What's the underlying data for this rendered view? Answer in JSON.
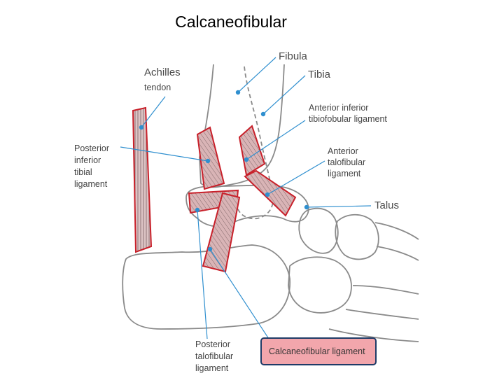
{
  "title": "Calcaneofibular",
  "labels": {
    "fibula": "Fibula",
    "tibia": "Tibia",
    "achilles_l1": "Achilles",
    "achilles_l2": "tendon",
    "aitfl_l1": "Anterior inferior",
    "aitfl_l2": "tibiofobular ligament",
    "pitl_l1": "Posterior",
    "pitl_l2": "inferior",
    "pitl_l3": "tibial",
    "pitl_l4": "ligament",
    "atfl_l1": "Anterior",
    "atfl_l2": "talofibular",
    "atfl_l3": "ligament",
    "talus": "Talus",
    "ptfl_l1": "Posterior",
    "ptfl_l2": "talofibular",
    "ptfl_l3": "ligament",
    "cfl": "Calcaneofibular ligament"
  },
  "colors": {
    "ligament_fill": "#d9b4b6",
    "ligament_edge": "#c8202a",
    "bone_outline": "#8a8a8a",
    "pointer": "#2f8fcf",
    "highlight_fill": "#f2a6ac",
    "highlight_border": "#1f3b67"
  }
}
